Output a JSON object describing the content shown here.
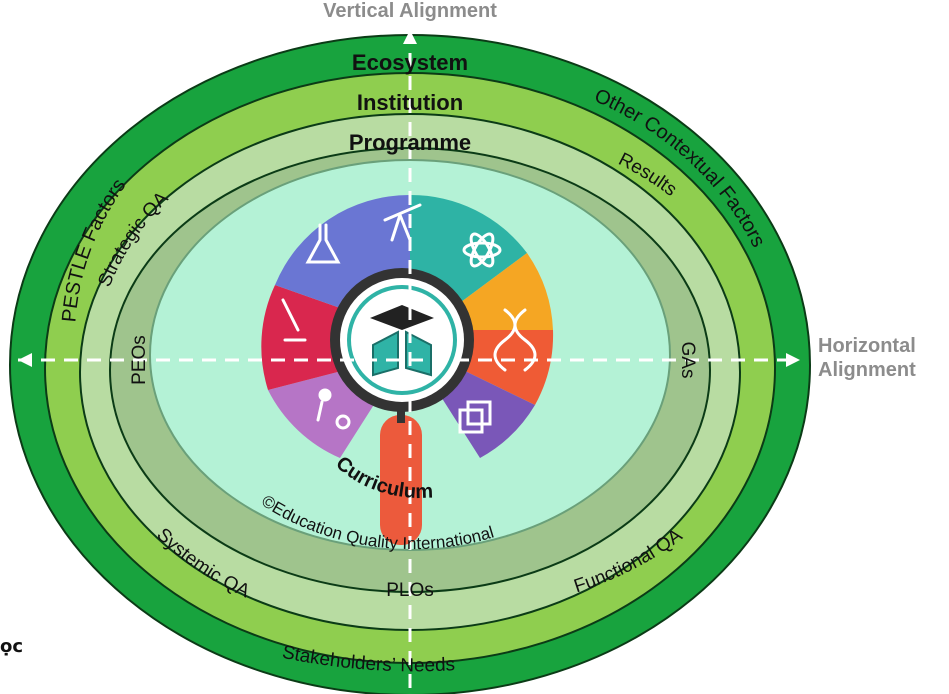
{
  "title": "Vertical Alignment",
  "horizontal": {
    "line1": "Horizontal",
    "line2": "Alignment"
  },
  "rings": {
    "ecosystem": "Ecosystem",
    "institution": "Institution",
    "programme": "Programme",
    "curriculum": "Curriculum"
  },
  "ring_labels": {
    "pestle": "PESTLE Factors",
    "strategic_qa": "Strategic QA",
    "other_factors": "Other Contextual Factors",
    "results": "Results",
    "systemic_qa": "Systemic QA",
    "functional_qa": "Functional QA",
    "stakeholders": "Stakeholders’ Needs",
    "peos": "PEOs",
    "gas": "GAs",
    "plos": "PLOs",
    "copyright": "©Education Quality International"
  },
  "cut_text": "ọc",
  "colors": {
    "dark_green": "#18a33e",
    "mid_green": "#8fce4f",
    "light_green": "#b8dca2",
    "gray_green": "#9fc48d",
    "mint": "#b4f2d6",
    "magnifier": "#ec5a3c"
  },
  "puzzle": [
    {
      "name": "telescope",
      "color": "#2eb3a5"
    },
    {
      "name": "atom",
      "color": "#f5a623"
    },
    {
      "name": "dna",
      "color": "#ef5b35"
    },
    {
      "name": "cube",
      "color": "#7a57b8"
    },
    {
      "name": "sports",
      "color": "#b675c6"
    },
    {
      "name": "microscope",
      "color": "#d9274e"
    },
    {
      "name": "flask",
      "color": "#6a76d3"
    }
  ]
}
